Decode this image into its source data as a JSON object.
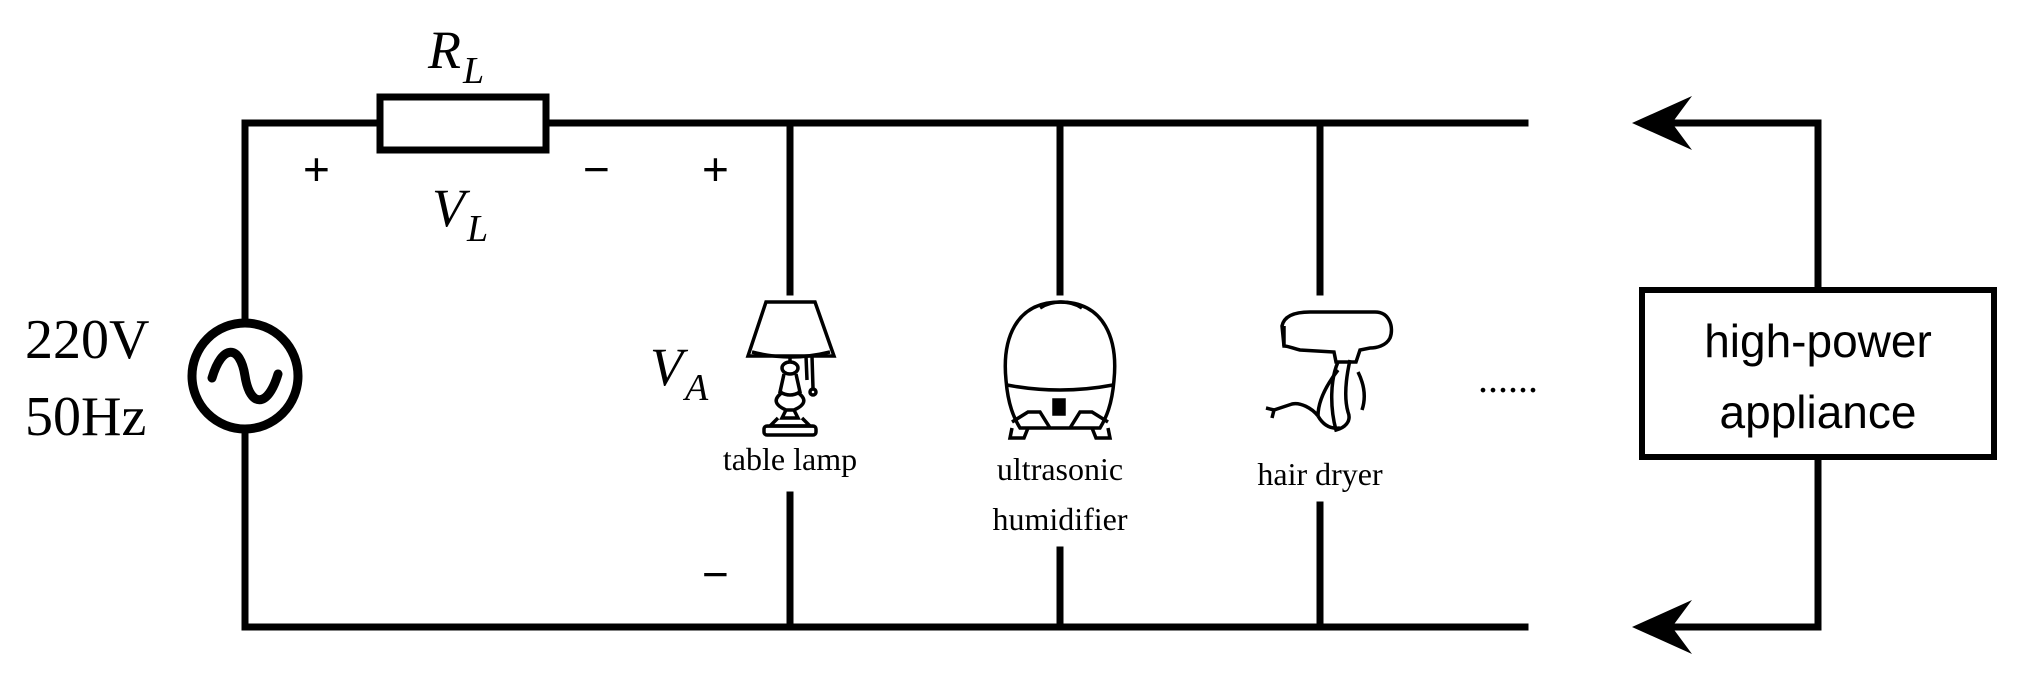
{
  "source": {
    "voltage": "220V",
    "frequency": "50Hz",
    "symbol": "ac-source-icon"
  },
  "line_resistor": {
    "name_main": "R",
    "name_sub": "L",
    "voltage_main": "V",
    "voltage_sub": "L",
    "plus": "+",
    "minus": "−"
  },
  "appliance_voltage": {
    "name_main": "V",
    "name_sub": "A",
    "plus": "+",
    "minus": "−"
  },
  "appliances": [
    {
      "icon": "table-lamp-icon",
      "label_lines": [
        "table lamp"
      ]
    },
    {
      "icon": "humidifier-icon",
      "label_lines": [
        "ultrasonic",
        "humidifier"
      ]
    },
    {
      "icon": "hair-dryer-icon",
      "label_lines": [
        "hair dryer"
      ]
    }
  ],
  "ellipsis": "......",
  "high_power": {
    "label_lines": [
      "high-power",
      "appliance"
    ]
  },
  "colors": {
    "wire": "#000000",
    "background": "#ffffff"
  }
}
